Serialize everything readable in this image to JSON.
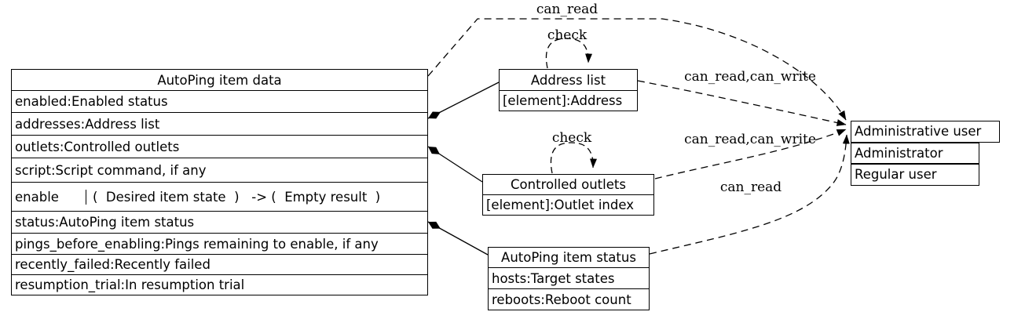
{
  "main_table": {
    "title": "AutoPing item data",
    "attr_rows_top": [
      "enabled:Enabled status",
      "addresses:Address list",
      "outlets:Controlled outlets",
      "script:Script command, if any"
    ],
    "method": {
      "name": "enable",
      "signature": "(  Desired item state  )   -> (  Empty result  )"
    },
    "attr_rows_bottom": [
      "status:AutoPing item status",
      "pings_before_enabling:Pings remaining to enable, if any",
      "recently_failed:Recently failed",
      "resumption_trial:In resumption trial"
    ]
  },
  "address_list_box": {
    "title": "Address list",
    "rows": [
      "[element]:Address"
    ]
  },
  "controlled_outlets_box": {
    "title": "Controlled outlets",
    "rows": [
      "[element]:Outlet index"
    ]
  },
  "autoping_status_box": {
    "title": "AutoPing item status",
    "rows": [
      "hosts:Target states",
      "reboots:Reboot count"
    ]
  },
  "user_boxes": {
    "administrative_user": "Administrative user",
    "administrator": "Administrator",
    "regular_user": "Regular user"
  },
  "edge_labels": {
    "can_read_top": "can_read",
    "check_address_list": "check",
    "check_controlled_outlets": "check",
    "can_read_write_address": "can_read,can_write",
    "can_read_write_outlets": "can_read,can_write",
    "can_read_status": "can_read"
  },
  "colors": {
    "background": "#ffffff",
    "stroke": "#000000",
    "text": "#000000"
  }
}
